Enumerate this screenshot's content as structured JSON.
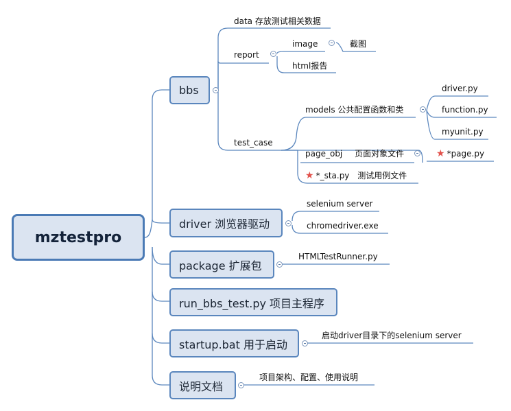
{
  "root": {
    "label": "mztestpro"
  },
  "bbs": {
    "label": "bbs",
    "data": "data 存放测试相关数据",
    "report": "report",
    "image": "image",
    "screenshot": "截图",
    "html_report": "html报告",
    "test_case": "test_case",
    "models": "models 公共配置函数和类",
    "driver_py": "driver.py",
    "function_py": "function.py",
    "myunit_py": "myunit.py",
    "page_obj": "page_obj",
    "page_obj_desc": "页面对象文件",
    "page_py": "*page.py",
    "sta_py": "*_sta.py",
    "sta_desc": "测试用例文件"
  },
  "driver": {
    "label": "driver 浏览器驱动",
    "selenium": "selenium server",
    "chromedriver": "chromedriver.exe"
  },
  "package": {
    "label": "package 扩展包",
    "htmltestrunner": "HTMLTestRunner.py"
  },
  "run": {
    "label": "run_bbs_test.py 项目主程序"
  },
  "startup": {
    "label": "startup.bat 用于启动",
    "desc": "启动driver目录下的selenium server"
  },
  "docs": {
    "label": "说明文档",
    "desc": "项目架构、配置、使用说明"
  },
  "colors": {
    "line": "#5a86bd",
    "fill": "#dbe4f1",
    "root_border": "#4a7ab5",
    "star": "#e2514b"
  }
}
